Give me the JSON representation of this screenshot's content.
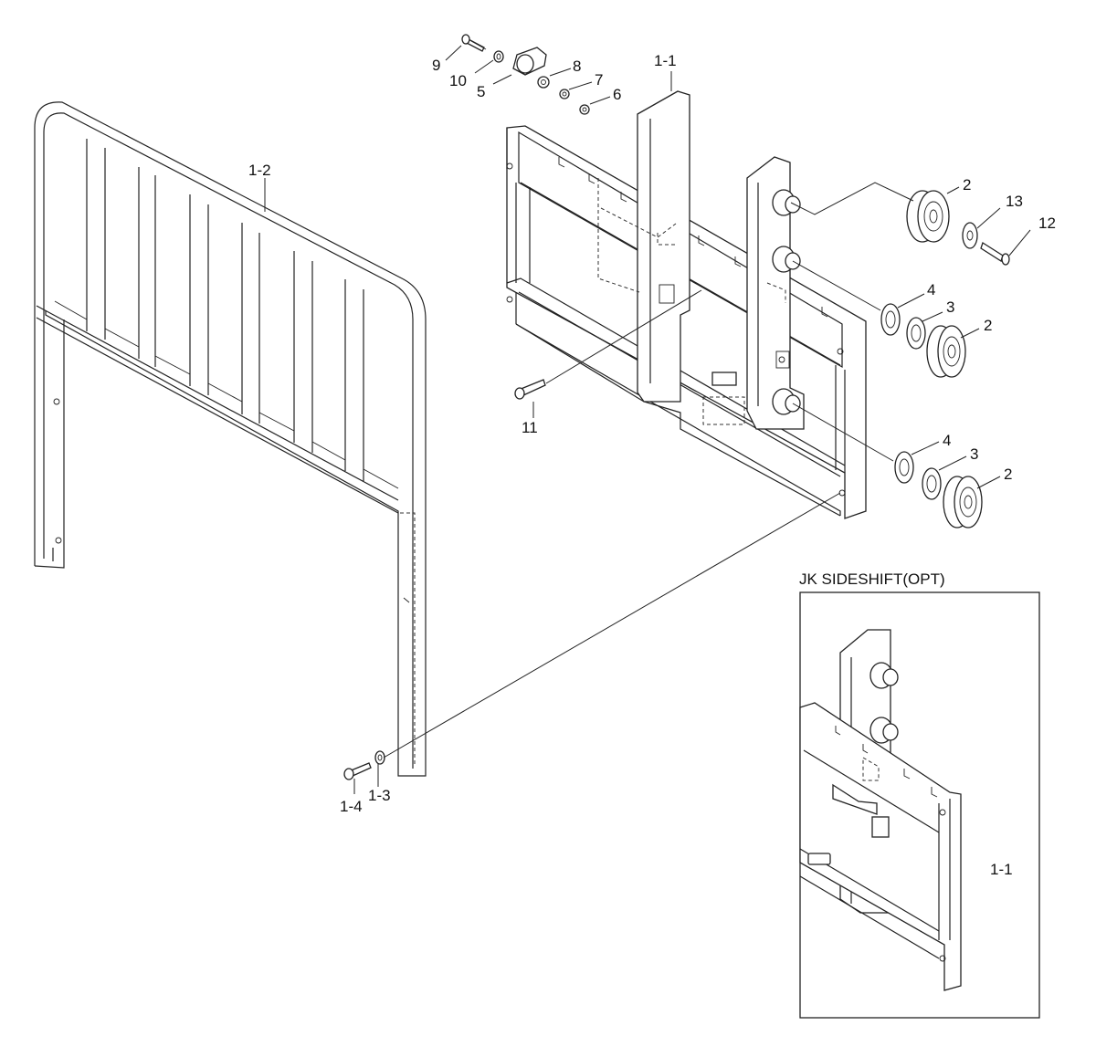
{
  "inset": {
    "title": "JK SIDESHIFT(OPT)"
  },
  "labels": {
    "p9": "9",
    "p10": "10",
    "p5": "5",
    "p8": "8",
    "p7": "7",
    "p6": "6",
    "p1_1_top": "1-1",
    "p1_2": "1-2",
    "p2_a": "2",
    "p13": "13",
    "p12": "12",
    "p4_a": "4",
    "p3_a": "3",
    "p2_b": "2",
    "p11": "11",
    "p4_b": "4",
    "p3_b": "3",
    "p2_c": "2",
    "p1_4": "1-4",
    "p1_3": "1-3",
    "p1_1_inset": "1-1"
  }
}
